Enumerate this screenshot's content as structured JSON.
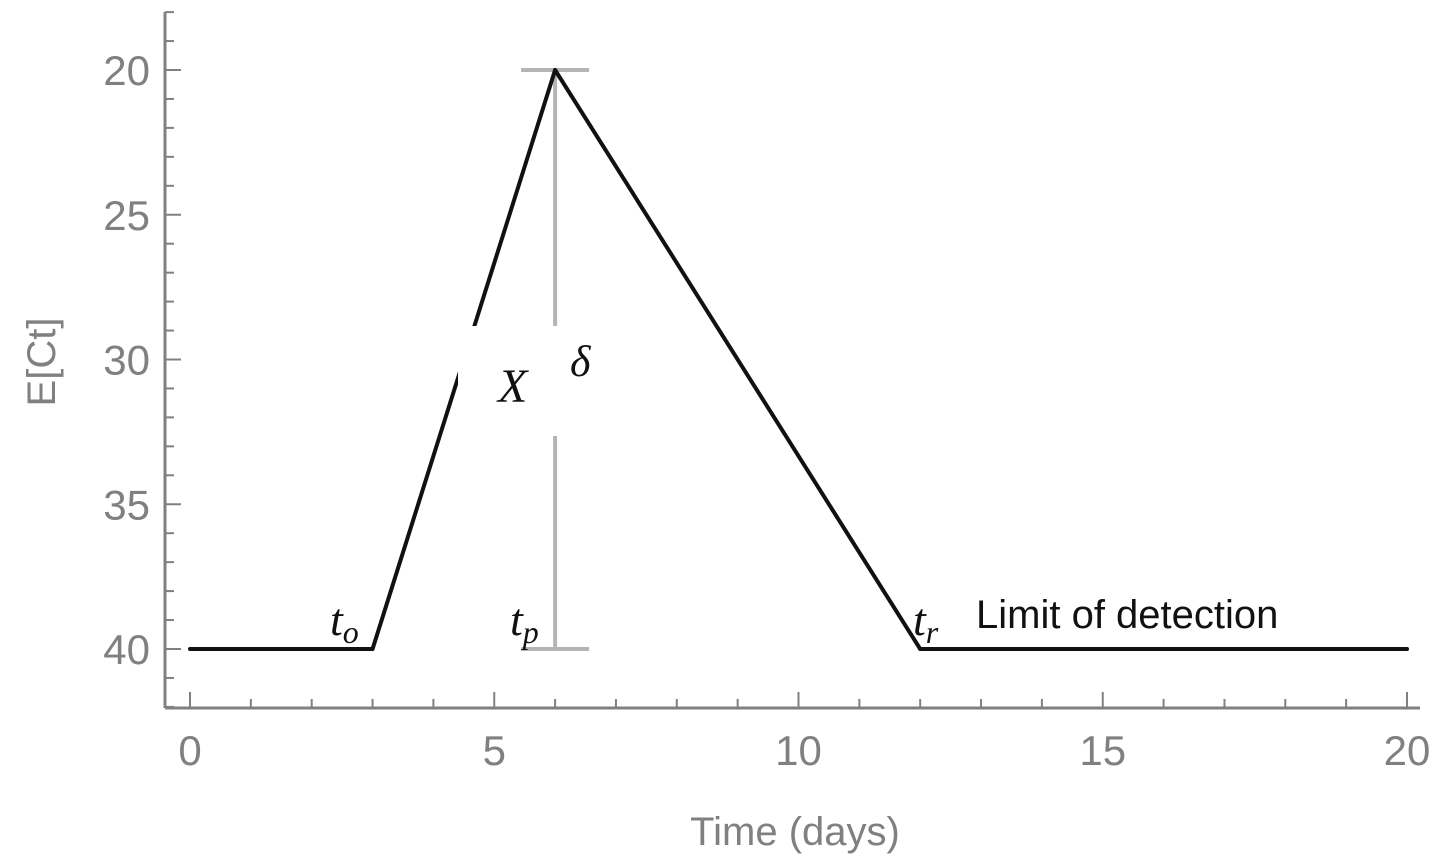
{
  "chart_data": {
    "type": "line",
    "xlabel": "Time (days)",
    "ylabel": "E[Ct]",
    "xlim": [
      0,
      20
    ],
    "ylim": [
      18,
      42
    ],
    "y_reversed": true,
    "x_ticks": [
      0,
      5,
      10,
      15,
      20
    ],
    "y_ticks": [
      20,
      25,
      30,
      35,
      40
    ],
    "grid": false,
    "series": [
      {
        "x": [
          0,
          3,
          6,
          12,
          20
        ],
        "y": [
          40,
          40,
          20,
          40,
          40
        ]
      }
    ],
    "peak_bar": {
      "x": 6,
      "y_from": 20,
      "y_to": 40
    },
    "annotations": {
      "t_o": {
        "base": "t",
        "sub": "o",
        "x": 3,
        "y": 40
      },
      "t_p": {
        "base": "t",
        "sub": "p",
        "x": 6,
        "y": 40
      },
      "t_r": {
        "base": "t",
        "sub": "r",
        "x": 12,
        "y": 40
      },
      "slope_label": "X",
      "delta_label": "δ",
      "lod_label": "Limit of detection"
    },
    "colors": {
      "line": "#111111",
      "axis": "#808080",
      "peak_bar": "#b4b4b4"
    }
  }
}
